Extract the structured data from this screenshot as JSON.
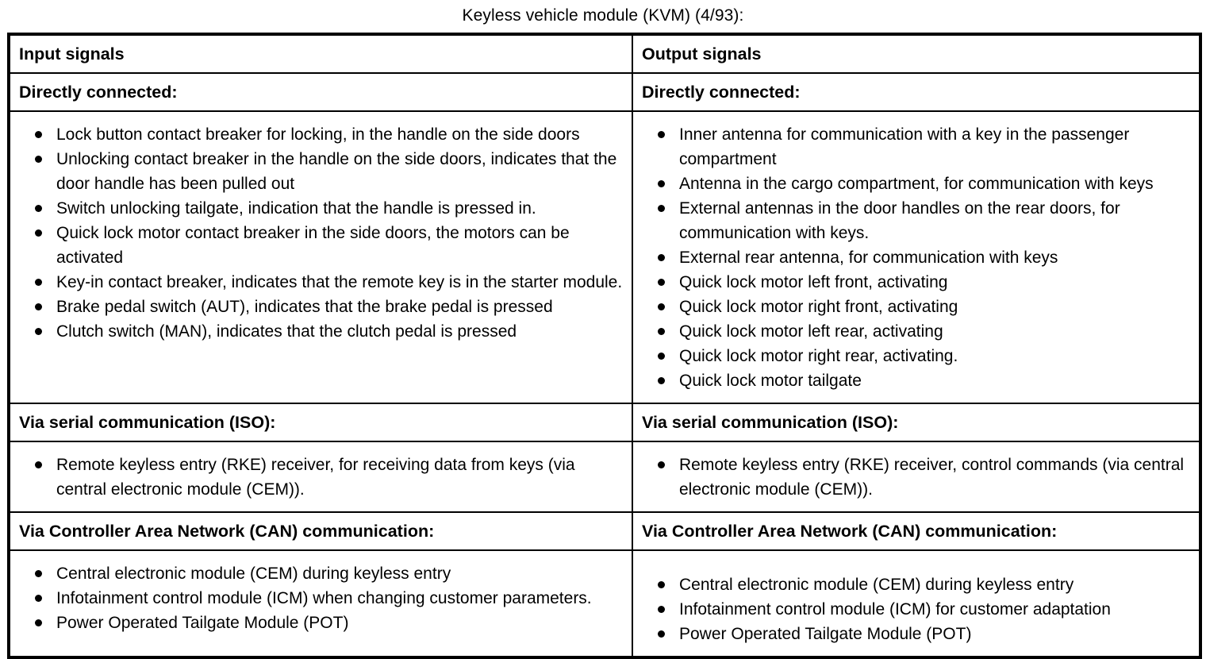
{
  "document": {
    "title": "Keyless vehicle module (KVM) (4/93):"
  },
  "table": {
    "columns": [
      {
        "header": "Input signals"
      },
      {
        "header": "Output signals"
      }
    ],
    "sections": [
      {
        "left_heading": "Directly connected:",
        "right_heading": "Directly connected:",
        "left_items": [
          "Lock button contact breaker for locking, in the handle on the side doors",
          "Unlocking contact breaker in the handle on the side doors, indicates that the door handle has been pulled out",
          "Switch unlocking tailgate, indication that the handle is pressed in.",
          "Quick lock motor contact breaker in the side doors, the motors can be activated",
          "Key-in contact breaker, indicates that the remote key is in the starter module.",
          "Brake pedal switch (AUT), indicates that the brake pedal is pressed",
          "Clutch switch (MAN), indicates that the clutch pedal is pressed"
        ],
        "right_items": [
          "Inner antenna for communication with a key in the passenger compartment",
          "Antenna in the cargo compartment, for communication with keys",
          "External antennas in the door handles on the rear doors, for communication with keys.",
          "External rear antenna, for communication with keys",
          "Quick lock motor left front, activating",
          "Quick lock motor right front, activating",
          "Quick lock motor left rear, activating",
          "Quick lock motor right rear, activating.",
          "Quick lock motor tailgate"
        ]
      },
      {
        "left_heading": "Via serial communication (ISO):",
        "right_heading": "Via serial communication (ISO):",
        "left_items": [
          "Remote keyless entry (RKE) receiver, for receiving data from keys (via central electronic module (CEM))."
        ],
        "right_items": [
          "Remote keyless entry (RKE) receiver, control commands (via central electronic module (CEM))."
        ]
      },
      {
        "left_heading": "Via Controller Area Network (CAN) communication:",
        "right_heading": "Via Controller Area Network (CAN) communication:",
        "left_items": [
          "Central electronic module (CEM) during keyless entry",
          "Infotainment control module (ICM) when changing customer parameters.",
          "Power Operated Tailgate Module (POT)"
        ],
        "right_items": [
          "Central electronic module (CEM) during keyless entry",
          "Infotainment control module (ICM) for customer adaptation",
          "Power Operated Tailgate Module (POT)"
        ]
      }
    ]
  },
  "colors": {
    "text": "#000000",
    "background": "#ffffff",
    "border": "#000000"
  }
}
